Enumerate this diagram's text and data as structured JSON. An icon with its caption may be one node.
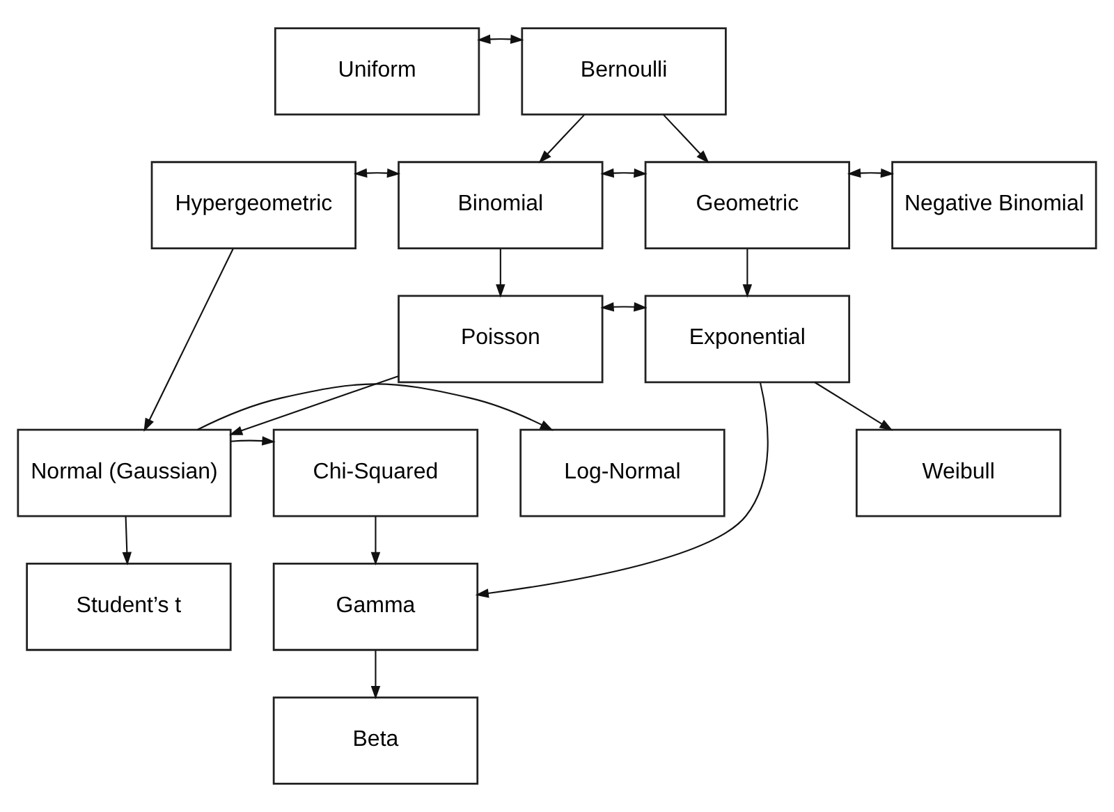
{
  "diagram": {
    "nodes": [
      {
        "text": [
          "Uniform"
        ]
      },
      {
        "text": [
          "Bernoulli"
        ]
      },
      {
        "text": [
          "Hypergeometric"
        ]
      },
      {
        "text": [
          "Binomial"
        ]
      },
      {
        "text": [
          "Geometric"
        ]
      },
      {
        "text": [
          "Negative Binomial"
        ]
      },
      {
        "text": [
          "Poisson"
        ]
      },
      {
        "text": [
          "Exponential"
        ]
      },
      {
        "text": [
          "Log-Normal"
        ]
      },
      {
        "text": [
          "Weibull"
        ]
      },
      {
        "text": [
          "Normal (Gaussian)"
        ]
      },
      {
        "text": [
          "Chi-Squared"
        ]
      },
      {
        "text": [
          "Student’s t"
        ]
      },
      {
        "text": [
          "Gamma"
        ]
      },
      {
        "text": [
          "Beta"
        ]
      }
    ],
    "edges": [
      {
        "from": 0,
        "to": 1,
        "arrow": "both"
      },
      {
        "from": 1,
        "to": 3,
        "arrow": "to"
      },
      {
        "from": 1,
        "to": 4,
        "arrow": "to"
      },
      {
        "from": 2,
        "to": 3,
        "arrow": "both"
      },
      {
        "from": 3,
        "to": 4,
        "arrow": "both"
      },
      {
        "from": 4,
        "to": 5,
        "arrow": "both"
      },
      {
        "from": 3,
        "to": 6,
        "arrow": "to"
      },
      {
        "from": 4,
        "to": 7,
        "arrow": "to"
      },
      {
        "from": 6,
        "to": 7,
        "arrow": "both"
      },
      {
        "from": 2,
        "to": 10,
        "arrow": "to"
      },
      {
        "from": 6,
        "to": 10,
        "arrow": "to"
      },
      {
        "from": 7,
        "to": 9,
        "arrow": "to"
      },
      {
        "from": 10,
        "to": 8,
        "arrow": "to"
      },
      {
        "from": 10,
        "to": 12,
        "arrow": "to"
      },
      {
        "from": 10,
        "to": 11,
        "arrow": "to"
      },
      {
        "from": 11,
        "to": 13,
        "arrow": "to"
      },
      {
        "from": 7,
        "to": 13,
        "arrow": "to"
      },
      {
        "from": 13,
        "to": 14,
        "arrow": "to"
      }
    ]
  }
}
